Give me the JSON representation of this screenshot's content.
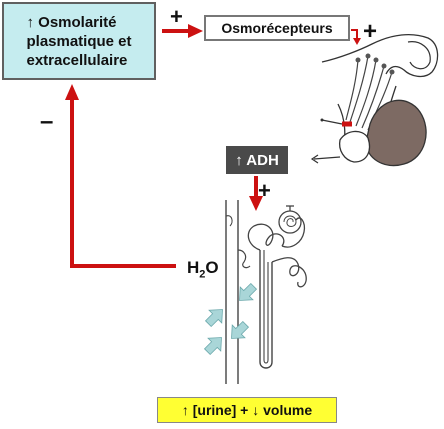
{
  "boxes": {
    "osmolarity_line1": "↑ Osmolarité",
    "osmolarity_line2": "plasmatique et",
    "osmolarity_line3": "extracellulaire",
    "osmoreceptors": "Osmorécepteurs",
    "adh": "↑ ADH",
    "result": "↑ [urine] + ↓ volume"
  },
  "signs": {
    "plus_osmoreceptors": "+",
    "plus_hypothalamus": "+",
    "plus_kidney": "+",
    "minus_feedback": "–"
  },
  "water": {
    "prefix": "H",
    "subscript": "2",
    "suffix": "O"
  },
  "colors": {
    "arrow_red": "#cc1111",
    "osmo_box_fill": "#c5ecef",
    "adh_box_fill": "#4a4a4a",
    "result_box_fill": "#ffff33",
    "gland_fill": "#7d6a63",
    "water_arrow_fill": "#a9d6d8"
  }
}
